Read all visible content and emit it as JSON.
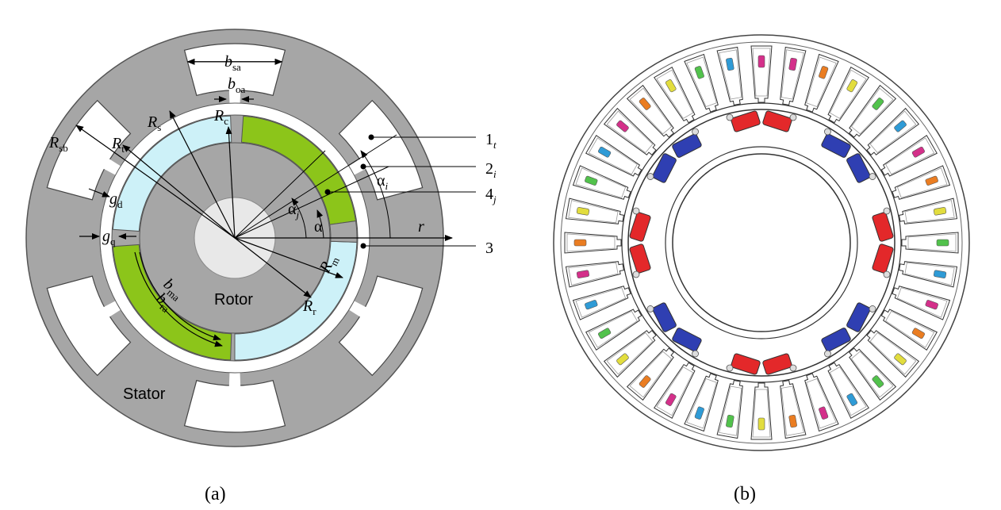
{
  "figure_a": {
    "caption": "(a)",
    "labels": {
      "b_sa": {
        "main": "b",
        "sub": "sa"
      },
      "b_oa": {
        "main": "b",
        "sub": "oa"
      },
      "R_s": {
        "main": "R",
        "sub": "s"
      },
      "R_c": {
        "main": "R",
        "sub": "c"
      },
      "R_sb": {
        "main": "R",
        "sub": "sb"
      },
      "R_t": {
        "main": "R",
        "sub": "t"
      },
      "g_d": {
        "main": "g",
        "sub": "d"
      },
      "g_q": {
        "main": "g",
        "sub": "q"
      },
      "b_ma": {
        "main": "b",
        "sub": "ma"
      },
      "b_ra": {
        "main": "b",
        "sub": "ra"
      },
      "R_r": {
        "main": "R",
        "sub": "r"
      },
      "R_m": {
        "main": "R",
        "sub": "m"
      },
      "alpha_i": {
        "main": "α",
        "sub": "i"
      },
      "alpha_j": {
        "main": "α",
        "sub": "j"
      },
      "alpha": "α",
      "r": "r",
      "rotor": "Rotor",
      "stator": "Stator"
    },
    "callouts": [
      {
        "main": "1",
        "sub": "t"
      },
      {
        "main": "2",
        "sub": "i"
      },
      {
        "main": "4",
        "sub": "j"
      },
      {
        "main": "3",
        "sub": ""
      }
    ],
    "colors": {
      "stator": "#a6a6a6",
      "magnet_green": "#8cc51a",
      "magnet_cyan": "#cdf1f8",
      "shaft": "#e8e8e8"
    }
  },
  "figure_b": {
    "caption": "(b)",
    "slot_colors": [
      "#d4308a",
      "#2f9bd6",
      "#52c24c",
      "#e2dd3e",
      "#ea7d22"
    ],
    "magnet_colors": {
      "red": "#e3282a",
      "blue": "#2f3fb2"
    }
  }
}
